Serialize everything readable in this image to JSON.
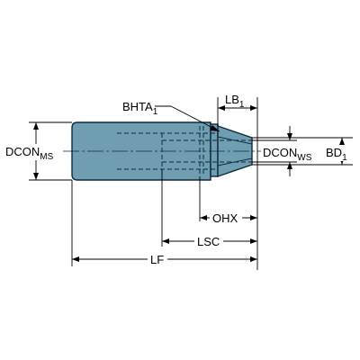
{
  "colors": {
    "body_fill": "#6f9db2",
    "body_edge": "#0b2c3b",
    "dim_line": "#000000",
    "background": "#ffffff"
  },
  "labels": {
    "dcon_ms": {
      "main": "DCON",
      "sub": "MS"
    },
    "dcon_ws": {
      "main": "DCON",
      "sub": "WS"
    },
    "bhta": {
      "main": "BHTA",
      "sub": "1"
    },
    "lb": {
      "main": "LB",
      "sub": "1"
    },
    "bd": {
      "main": "BD",
      "sub": "1"
    },
    "ohx": "OHX",
    "lsc": "LSC",
    "lf": "LF"
  }
}
